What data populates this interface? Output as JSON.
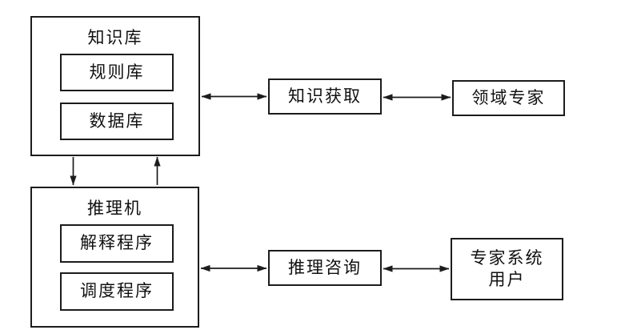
{
  "diagram": {
    "nodes": {
      "knowledge_base": {
        "label": "知识库"
      },
      "rule_base": {
        "label": "规则库"
      },
      "database": {
        "label": "数据库"
      },
      "inference_engine": {
        "label": "推理机"
      },
      "explanation_program": {
        "label": "解释程序"
      },
      "scheduling_program": {
        "label": "调度程序"
      },
      "knowledge_acquisition": {
        "label": "知识获取"
      },
      "domain_expert": {
        "label": "领域专家"
      },
      "inference_consultation": {
        "label": "推理咨询"
      },
      "expert_system_user": {
        "line1": "专家系统",
        "line2": "用户"
      }
    },
    "edges": [
      {
        "from": "knowledge_base",
        "to": "knowledge_acquisition",
        "type": "bidirectional",
        "orientation": "horizontal"
      },
      {
        "from": "knowledge_acquisition",
        "to": "domain_expert",
        "type": "bidirectional",
        "orientation": "horizontal"
      },
      {
        "from": "inference_engine",
        "to": "inference_consultation",
        "type": "bidirectional",
        "orientation": "horizontal"
      },
      {
        "from": "inference_consultation",
        "to": "expert_system_user",
        "type": "bidirectional",
        "orientation": "horizontal"
      },
      {
        "from": "knowledge_base",
        "to": "inference_engine",
        "type": "directed",
        "orientation": "vertical"
      },
      {
        "from": "inference_engine",
        "to": "knowledge_base",
        "type": "directed",
        "orientation": "vertical"
      }
    ],
    "colors": {
      "background": "#ffffff",
      "line": "#1c1c1c",
      "text": "#111111"
    }
  }
}
